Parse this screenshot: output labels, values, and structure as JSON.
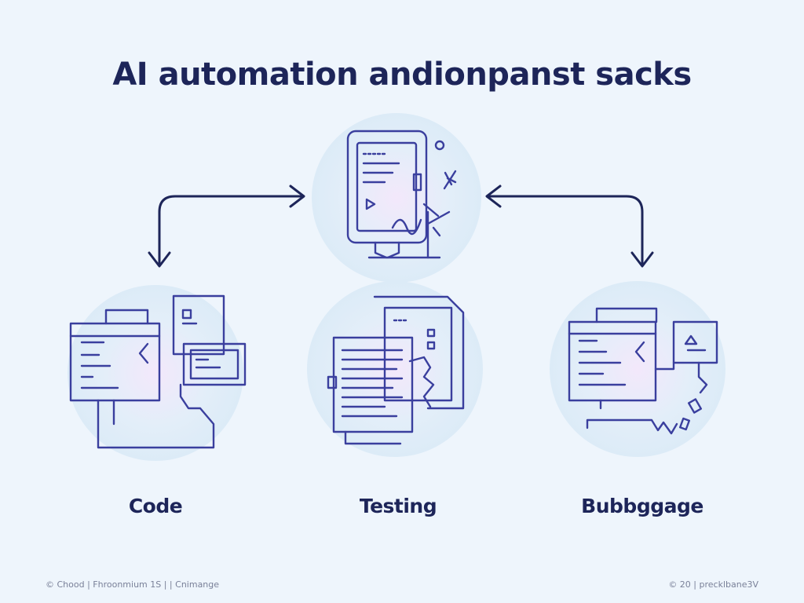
{
  "title": "AI automation andionpanst sacks",
  "nodes": [
    {
      "id": "code",
      "label": "Code"
    },
    {
      "id": "testing",
      "label": "Testing"
    },
    {
      "id": "debug",
      "label": "Bubbggage"
    }
  ],
  "footer": {
    "left": "© Chood | Fhroonmium 1S | | Cnimange",
    "right": "© 20 | precklbane3V"
  },
  "colors": {
    "background": "#eef5fc",
    "ink": "#1d2559",
    "line": "#3a3f9e",
    "circle": "#dcebf7"
  }
}
